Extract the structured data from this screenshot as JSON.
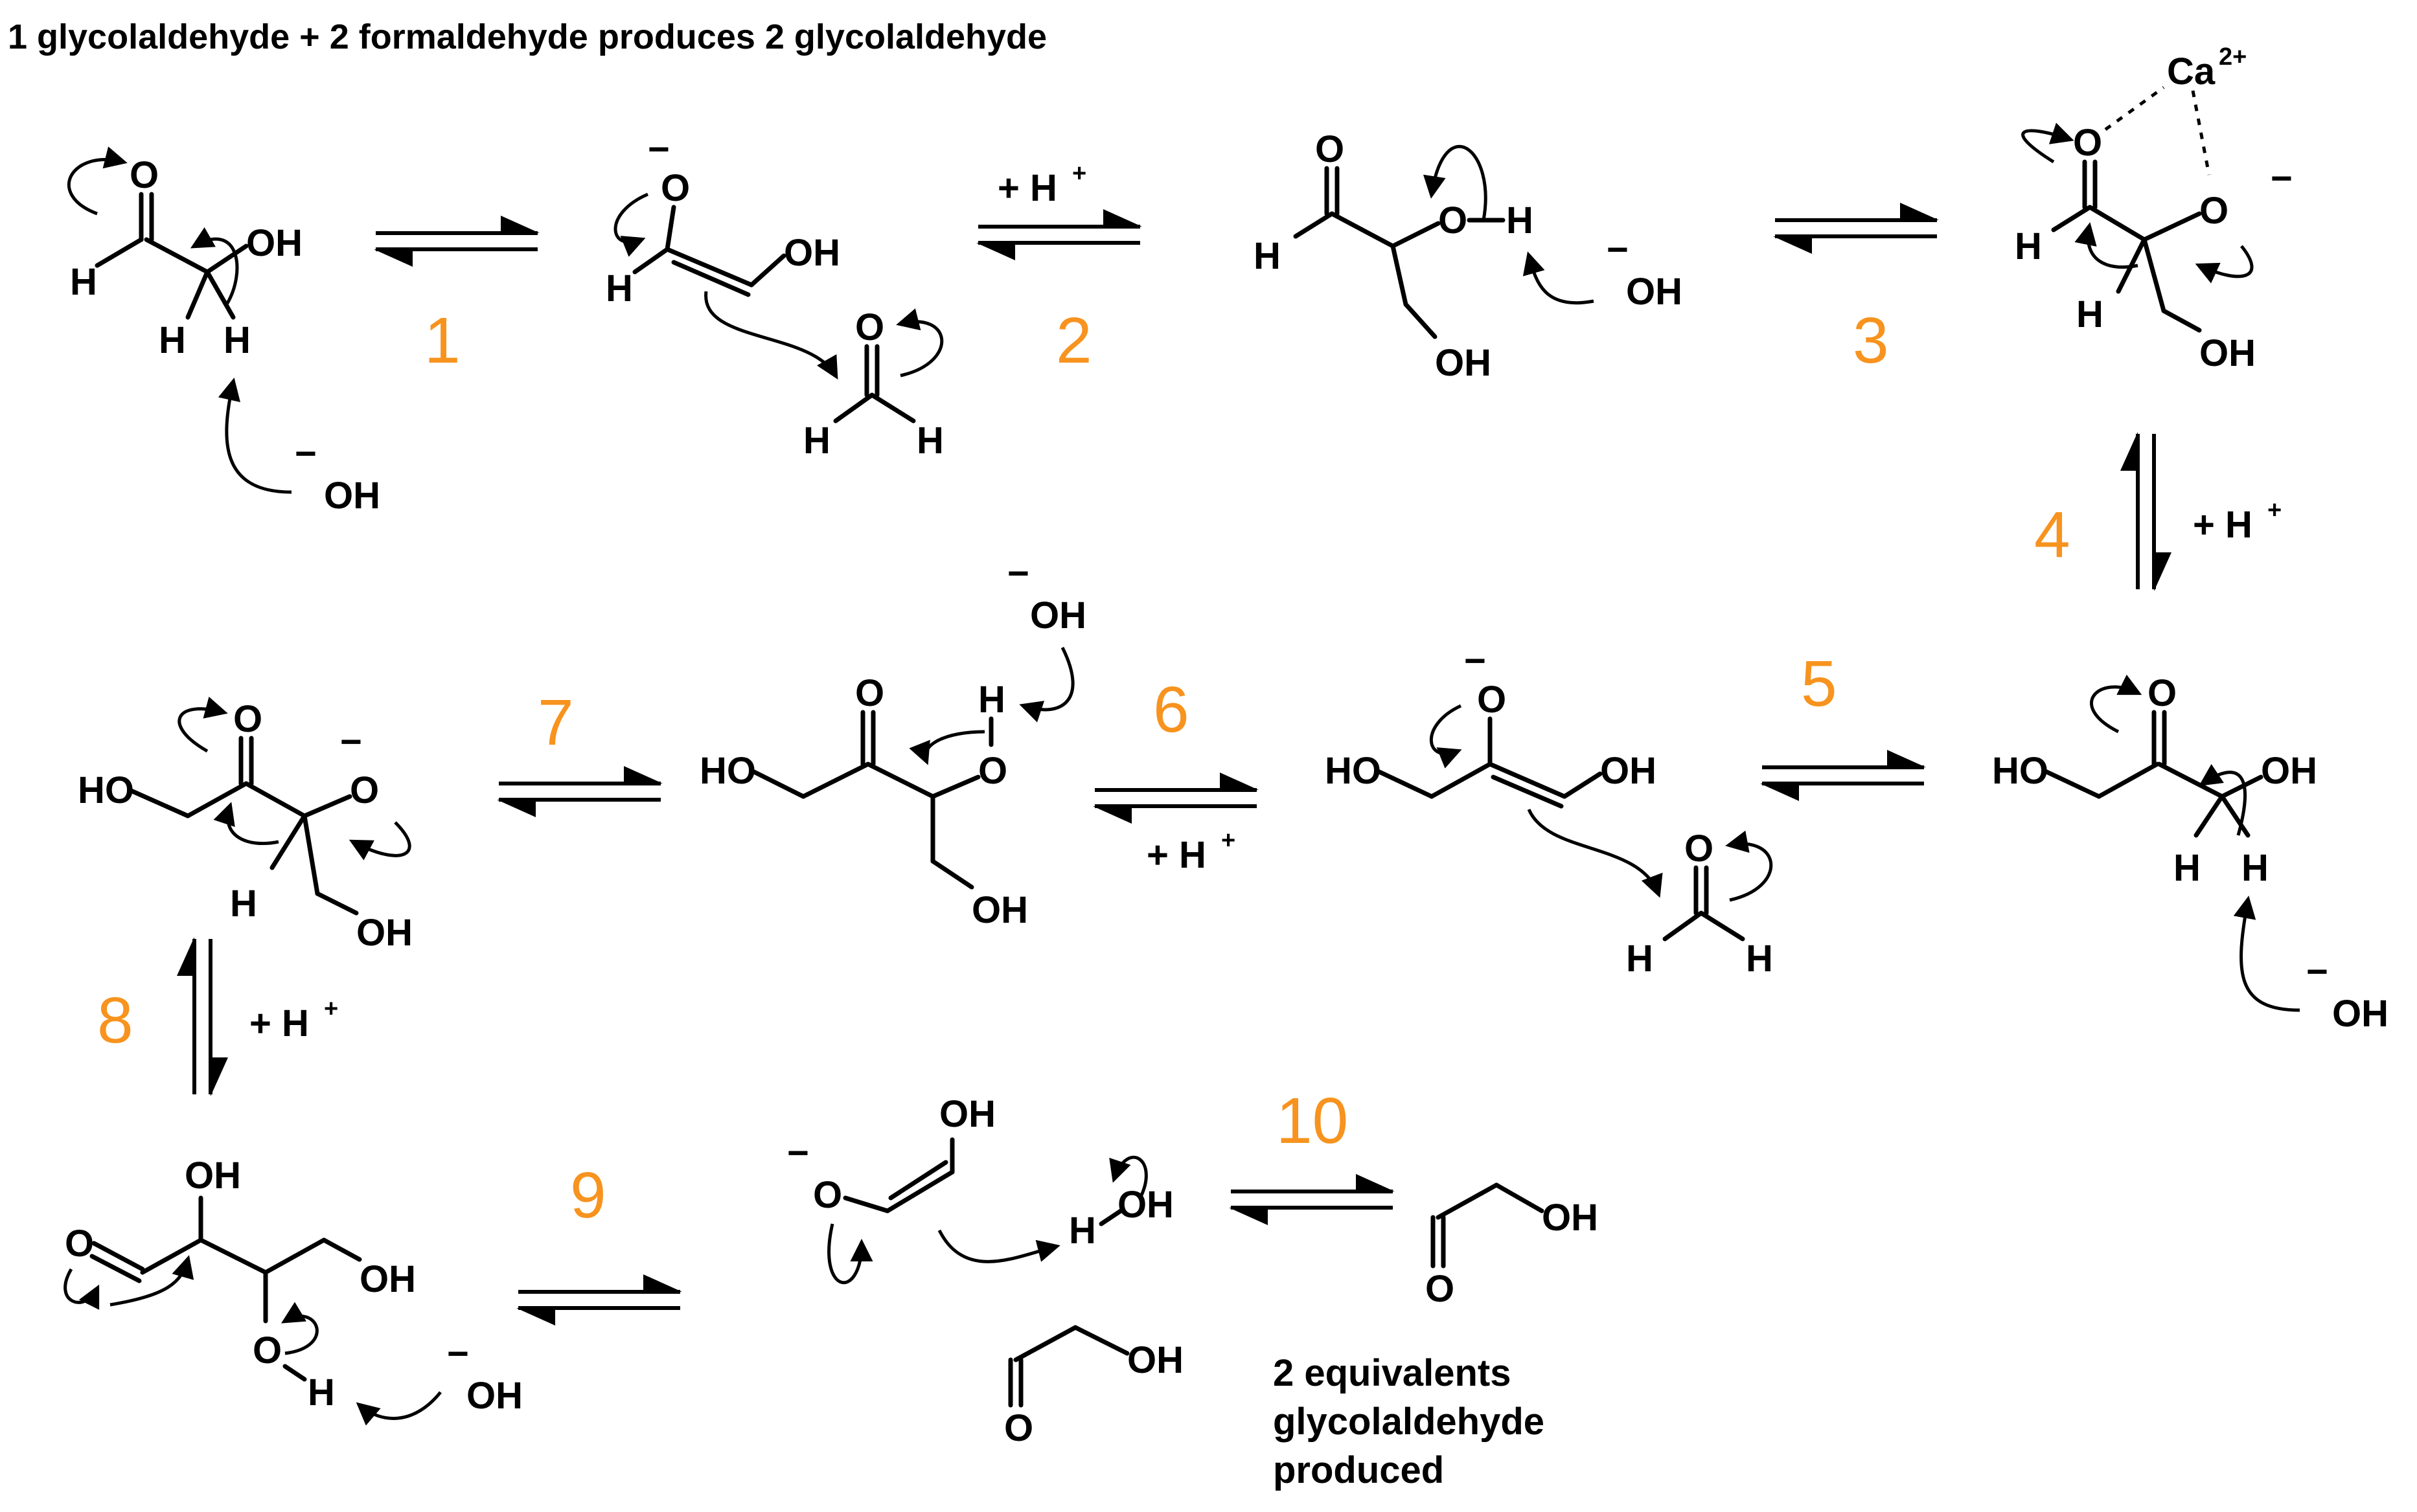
{
  "title": "1 glycolaldehyde + 2 formaldehyde produces 2 glycolaldehyde",
  "steps": [
    "1",
    "2",
    "3",
    "4",
    "5",
    "6",
    "7",
    "8",
    "9",
    "10"
  ],
  "conditions": {
    "plus_h": "+ H",
    "plus_sign": "+"
  },
  "atoms": {
    "O": "O",
    "H": "H",
    "OH": "OH",
    "HO": "HO",
    "Ca": "Ca",
    "Ca_charge": "2+",
    "minus": "−"
  },
  "product_note": [
    "2 equivalents",
    "glycolaldehyde",
    "produced"
  ],
  "colors": {
    "step_number": "#f7931e",
    "ink": "#000000",
    "background": "#ffffff"
  },
  "icons": [
    "curved-arrow-icon",
    "equilibrium-arrow-icon",
    "lone-pair-dots-icon"
  ]
}
